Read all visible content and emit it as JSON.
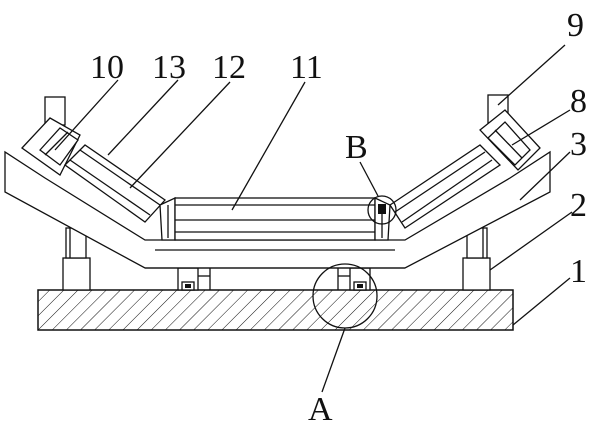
{
  "labels": {
    "l1": "1",
    "l2": "2",
    "l3": "3",
    "l8": "8",
    "l9": "9",
    "l10": "10",
    "l11": "11",
    "l12": "12",
    "l13": "13",
    "lA": "A",
    "lB": "B"
  }
}
